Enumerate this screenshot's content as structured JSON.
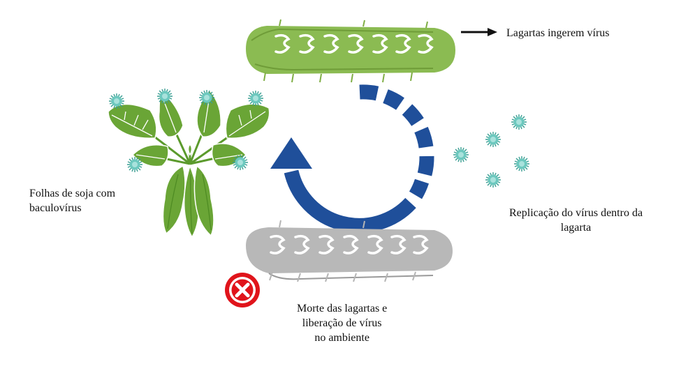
{
  "labels": {
    "ingest": "Lagartas ingerem vírus",
    "leaves": [
      "Folhas de soja com",
      "baculovírus"
    ],
    "replication": [
      "Replicação do vírus dentro da",
      "lagarta"
    ],
    "death": [
      "Morte das lagartas e",
      "liberação de vírus",
      "no ambiente"
    ]
  },
  "icons": {
    "pointer_arrow": "arrow-right-icon",
    "cycle_arrow": "cycle-arrow-icon",
    "cross": "cross-icon",
    "virus": "virus-icon",
    "caterpillar": "caterpillar-icon",
    "leaves": "soybean-plant-icon"
  },
  "colors": {
    "green_caterpillar": "#7fae44",
    "gray_caterpillar": "#b5b5b5",
    "cycle_arrow": "#1f4f9a",
    "leaf": "#6aa536",
    "virus": "#5fc2b8",
    "cross": "#e0141b"
  }
}
